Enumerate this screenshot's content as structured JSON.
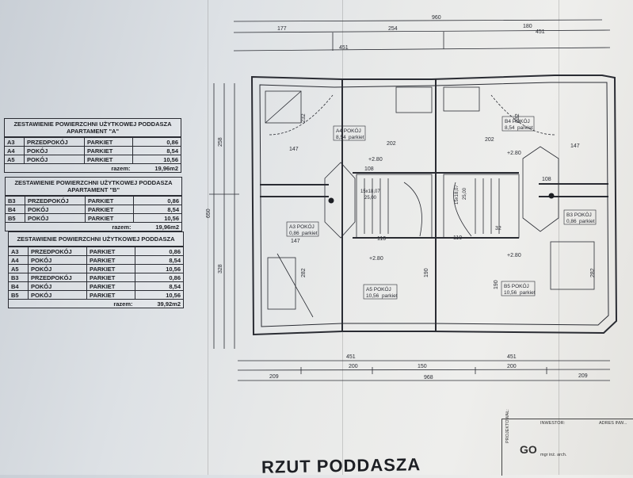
{
  "tables": [
    {
      "title_line1": "ZESTAWIENIE POWIERZCHNI UŻYTKOWEJ PODDASZA",
      "title_line2": "APARTAMENT \"A\"",
      "rows": [
        {
          "id": "A3",
          "name": "PRZEDPOKÓJ",
          "material": "PARKIET",
          "area": "0,86"
        },
        {
          "id": "A4",
          "name": "POKÓJ",
          "material": "PARKIET",
          "area": "8,54"
        },
        {
          "id": "A5",
          "name": "POKÓJ",
          "material": "PARKIET",
          "area": "10,56"
        }
      ],
      "total_label": "razem:",
      "total": "19,96m2"
    },
    {
      "title_line1": "ZESTAWIENIE POWIERZCHNI UŻYTKOWEJ PODDASZA",
      "title_line2": "APARTAMENT \"B\"",
      "rows": [
        {
          "id": "B3",
          "name": "PRZEDPOKÓJ",
          "material": "PARKIET",
          "area": "0,86"
        },
        {
          "id": "B4",
          "name": "POKÓJ",
          "material": "PARKIET",
          "area": "8,54"
        },
        {
          "id": "B5",
          "name": "POKÓJ",
          "material": "PARKIET",
          "area": "10,56"
        }
      ],
      "total_label": "razem:",
      "total": "19,96m2"
    },
    {
      "title_line1": "ZESTAWIENIE POWIERZCHNI UŻYTKOWEJ PODDASZA",
      "title_line2": "",
      "rows": [
        {
          "id": "A3",
          "name": "PRZEDPOKÓJ",
          "material": "PARKIET",
          "area": "0,86"
        },
        {
          "id": "A4",
          "name": "POKÓJ",
          "material": "PARKIET",
          "area": "8,54"
        },
        {
          "id": "A5",
          "name": "POKÓJ",
          "material": "PARKIET",
          "area": "10,56"
        },
        {
          "id": "B3",
          "name": "PRZEDPOKÓJ",
          "material": "PARKIET",
          "area": "0,86"
        },
        {
          "id": "B4",
          "name": "POKÓJ",
          "material": "PARKIET",
          "area": "8,54"
        },
        {
          "id": "B5",
          "name": "POKÓJ",
          "material": "PARKIET",
          "area": "10,56"
        }
      ],
      "total_label": "razem:",
      "total": "39,92m2"
    }
  ],
  "plan": {
    "dims_top_total": "960",
    "dims_top_row2": [
      "177",
      "254",
      "180"
    ],
    "dims_top_row3": [
      "451",
      "451"
    ],
    "dims_bottom_row1": [
      "451",
      "451"
    ],
    "dims_bottom_row2": [
      "209",
      "200",
      "150",
      "200",
      "209"
    ],
    "dims_bottom_total": "968",
    "dims_left": [
      "650",
      "258",
      "328"
    ],
    "dims_inner": [
      "147",
      "202",
      "202",
      "147",
      "110",
      "110",
      "147",
      "232",
      "282",
      "282",
      "232",
      "190",
      "190",
      "108",
      "108",
      "32"
    ],
    "rooms": [
      {
        "label": "A4 POKÓJ",
        "area": "8,54",
        "finish": "parkiet"
      },
      {
        "label": "B4 POKÓJ",
        "area": "8,54",
        "finish": "parkiet"
      },
      {
        "label": "A3 POKÓJ",
        "area": "0,86",
        "finish": "parkiet"
      },
      {
        "label": "B3 POKÓJ",
        "area": "0,86",
        "finish": "parkiet"
      },
      {
        "label": "A5 POKÓJ",
        "area": "10,56",
        "finish": "parkiet"
      },
      {
        "label": "B5 POKÓJ",
        "area": "10,56",
        "finish": "parkiet"
      }
    ],
    "levels": [
      "+2.80",
      "+2.80",
      "+2.80",
      "+2.80"
    ],
    "stairs": [
      {
        "label1": "15x18,07",
        "label2": "25,00"
      },
      {
        "label1": "15x18,07",
        "label2": "25,00"
      }
    ]
  },
  "bottom_title": "RZUT PODDASZA",
  "stamp": {
    "line1": "INWESTOR:",
    "line2": "ADRES INW...",
    "line3": "PROJEKTOWAŁ:",
    "line4": "mgr inż. arch.",
    "brand": "GO"
  }
}
